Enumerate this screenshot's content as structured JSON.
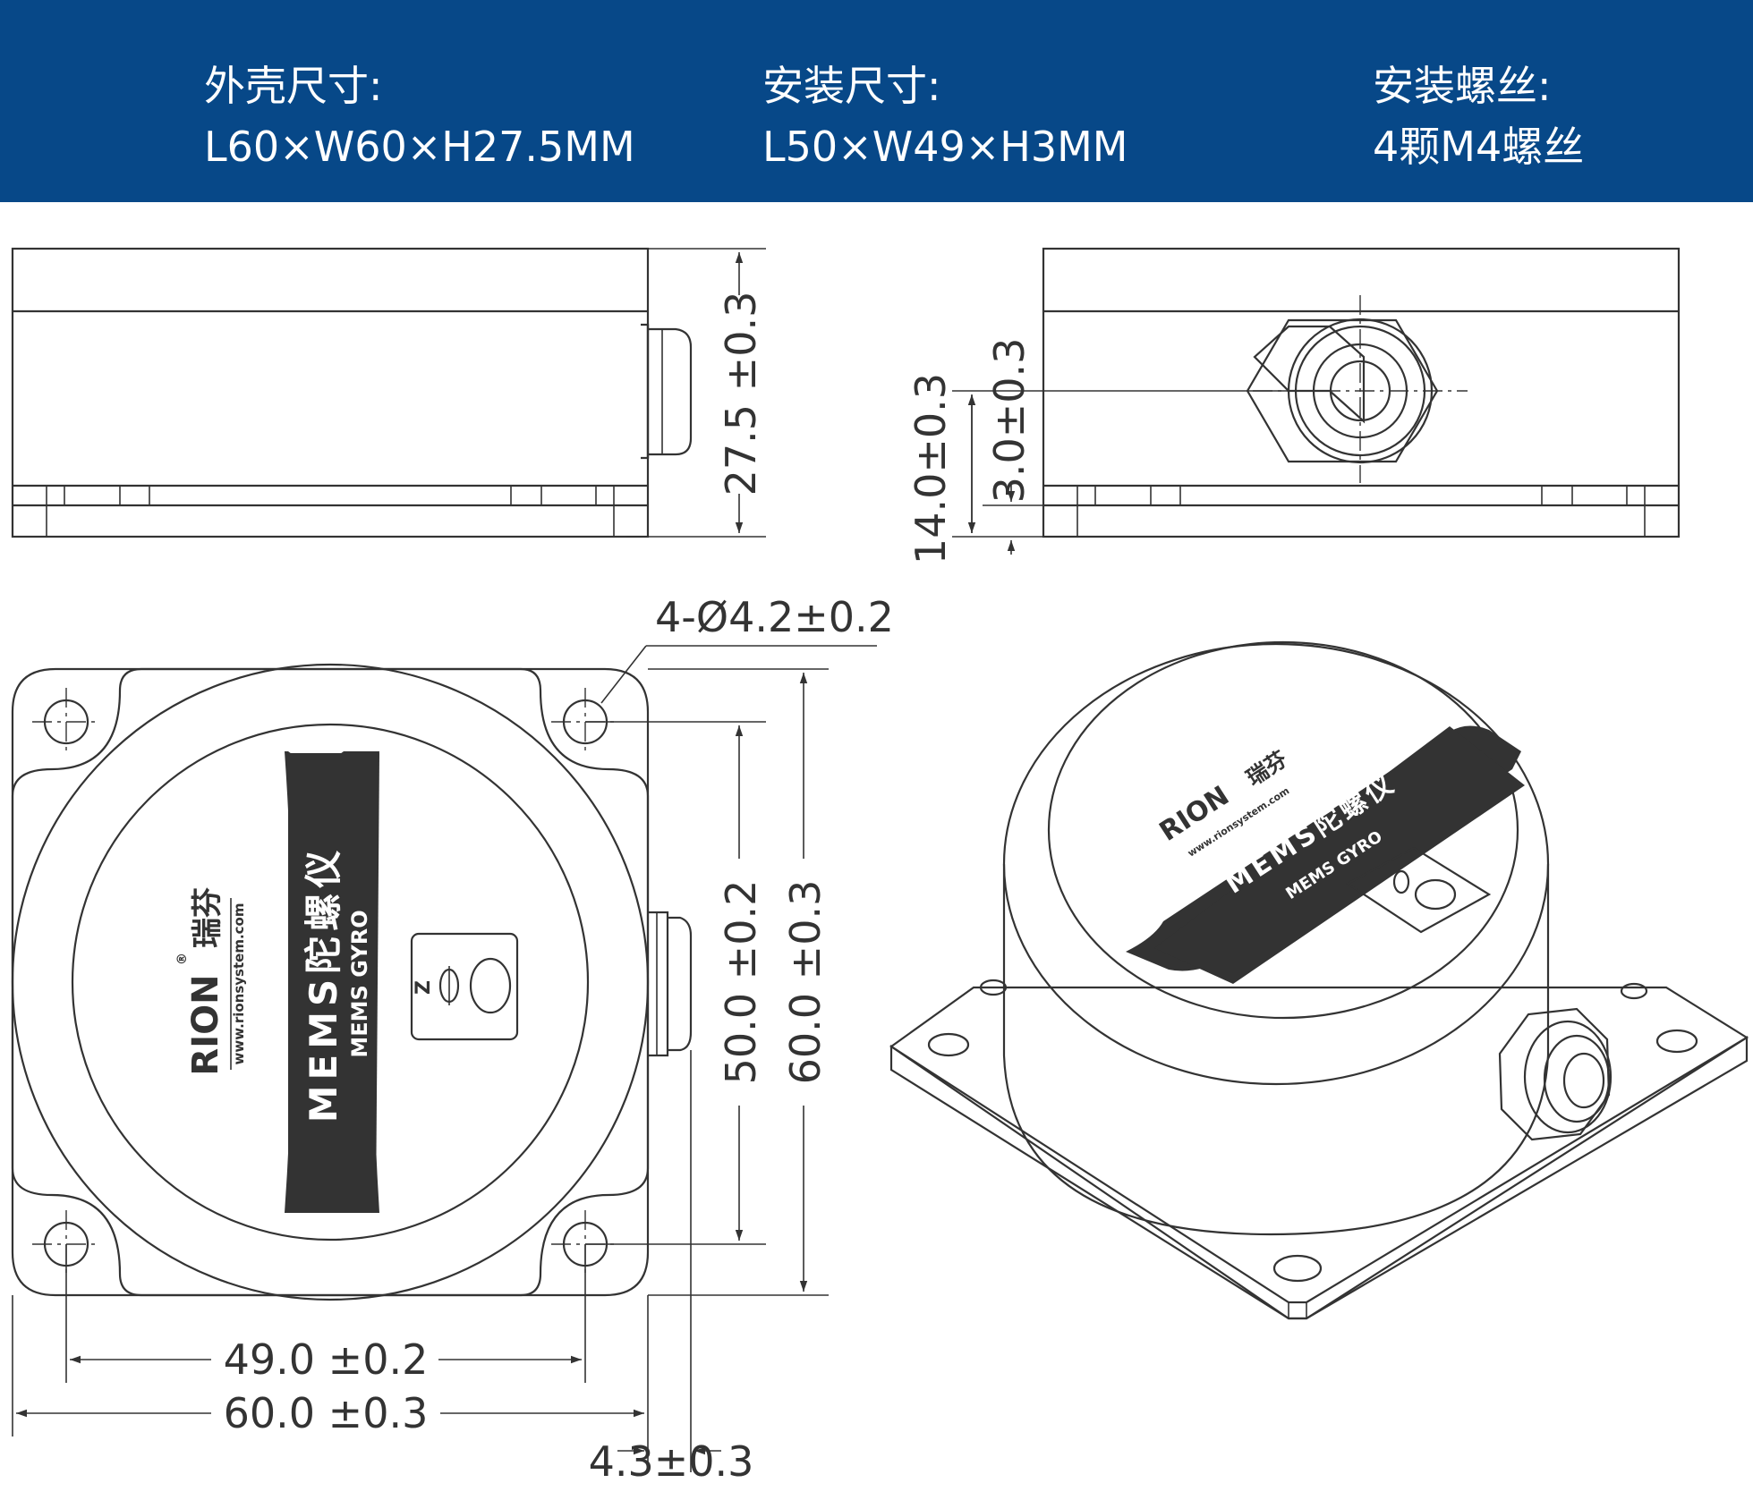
{
  "header": {
    "specs": [
      {
        "label": "外壳尺寸:",
        "value": "L60×W60×H27.5MM"
      },
      {
        "label": "安装尺寸:",
        "value": "L50×W49×H3MM"
      },
      {
        "label": "安装螺丝:",
        "value": "4颗M4螺丝"
      }
    ]
  },
  "dimensions": {
    "side_height": "27.5 ±0.3",
    "front_total": "14.0±0.3",
    "front_flange": "3.0±0.3",
    "hole_spec": "4-Ø4.2±0.2",
    "mount_height": "50.0 ±0.2",
    "body_height": "60.0 ±0.3",
    "mount_width": "49.0 ±0.2",
    "body_width": "60.0 ±0.3",
    "connector_offset": "4.3±0.3"
  },
  "label": {
    "brand": "RION",
    "brand_cn": "瑞芬",
    "registered": "®",
    "url": "www.rionsystem.com",
    "title": "MEMS陀螺仪",
    "subtitle": "MEMS GYRO",
    "axis": "Z"
  },
  "colors": {
    "header_bg": "#074888",
    "line": "#333333",
    "band": "#333333"
  }
}
